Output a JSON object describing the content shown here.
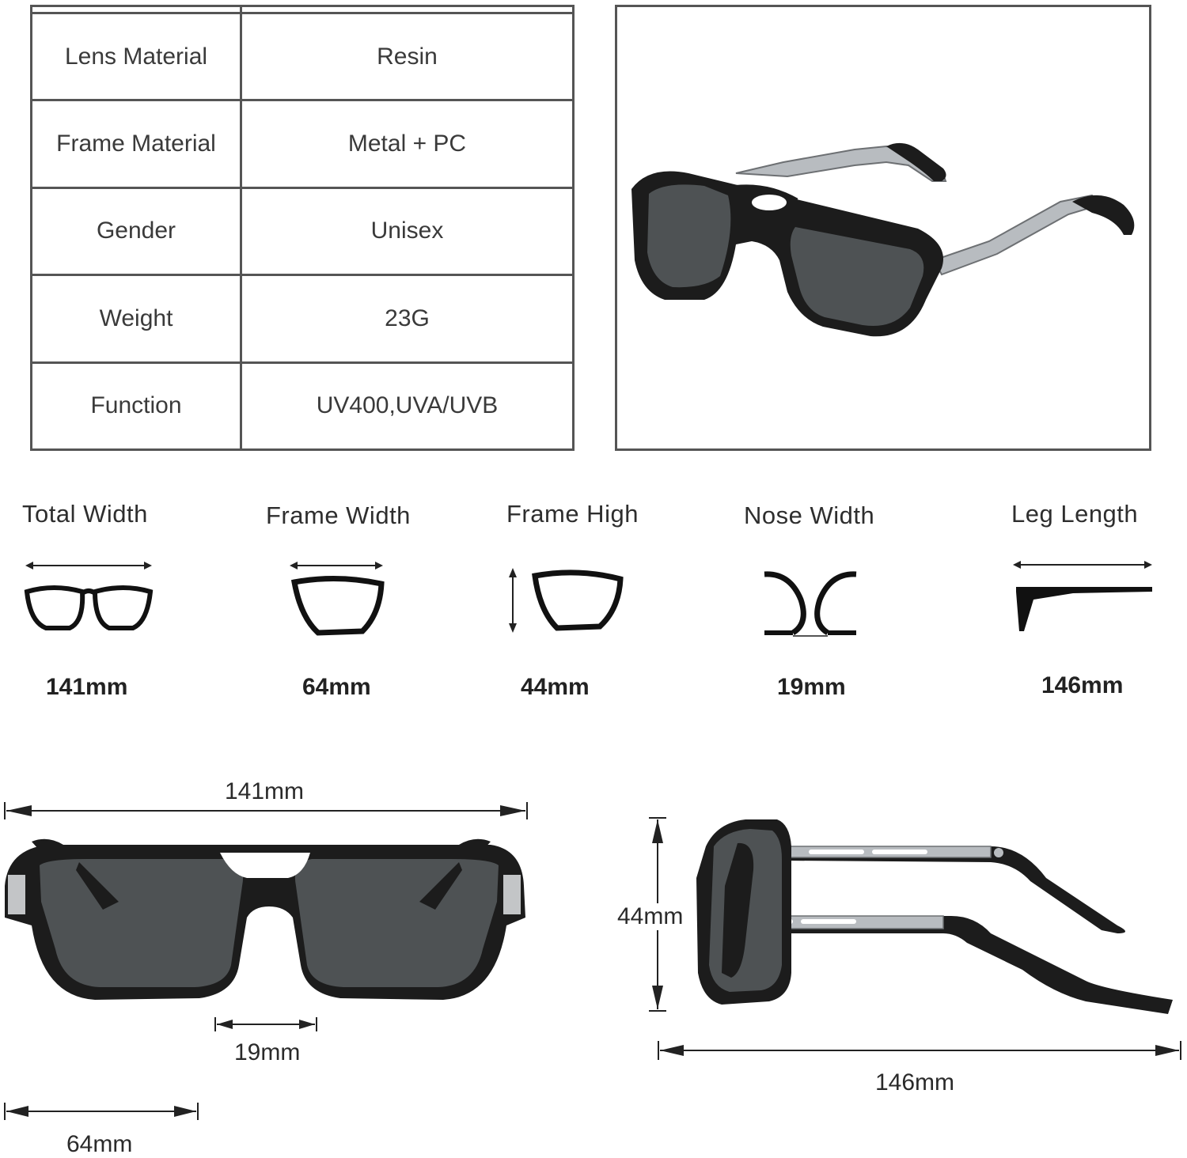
{
  "specs": {
    "header": [
      "",
      ""
    ],
    "rows": [
      {
        "label": "Lens Material",
        "value": "Resin"
      },
      {
        "label": "Frame Material",
        "value": "Metal + PC"
      },
      {
        "label": "Gender",
        "value": "Unisex"
      },
      {
        "label": "Weight",
        "value": "23G"
      },
      {
        "label": "Function",
        "value": "UV400,UVA/UVB"
      }
    ]
  },
  "measurements": [
    {
      "name": "Total Width",
      "value": "141mm",
      "icon": "total-width-icon"
    },
    {
      "name": "Frame Width",
      "value": "64mm",
      "icon": "frame-width-icon"
    },
    {
      "name": "Frame High",
      "value": "44mm",
      "icon": "frame-height-icon"
    },
    {
      "name": "Nose Width",
      "value": "19mm",
      "icon": "nose-width-icon"
    },
    {
      "name": "Leg Length",
      "value": "146mm",
      "icon": "leg-length-icon"
    }
  ],
  "diagram": {
    "front": {
      "total_width": "141mm",
      "bridge": "19mm",
      "lens_width": "64mm"
    },
    "side": {
      "height": "44mm",
      "length": "146mm"
    }
  },
  "colors": {
    "frame": "#1c1c1c",
    "lens": "#4e5254",
    "metal": "#b8bcc0",
    "border": "#555555"
  }
}
